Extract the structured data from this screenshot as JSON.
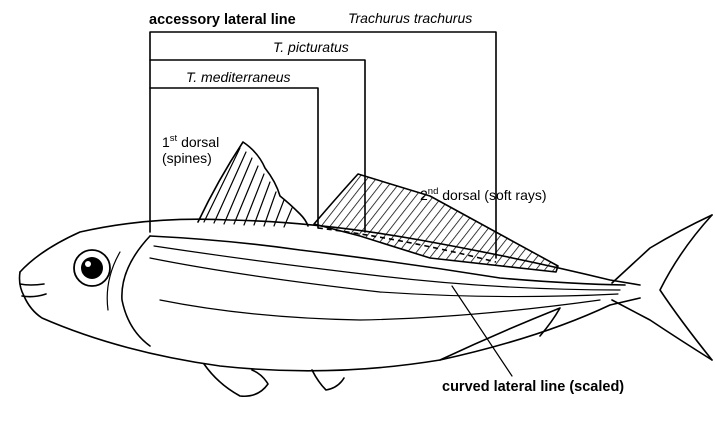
{
  "labels": {
    "accessory_lateral_line": "accessory lateral line",
    "species_1": "Trachurus trachurus",
    "species_2": "T. picturatus",
    "species_3": "T. mediterraneus",
    "first_dorsal_num": "1",
    "first_dorsal_sup": "st",
    "first_dorsal_word": " dorsal",
    "first_dorsal_sub": "(spines)",
    "second_dorsal_num": "2",
    "second_dorsal_sup": "nd",
    "second_dorsal_rest": " dorsal (soft rays)",
    "curved_lateral_line": "curved lateral line (scaled)"
  }
}
